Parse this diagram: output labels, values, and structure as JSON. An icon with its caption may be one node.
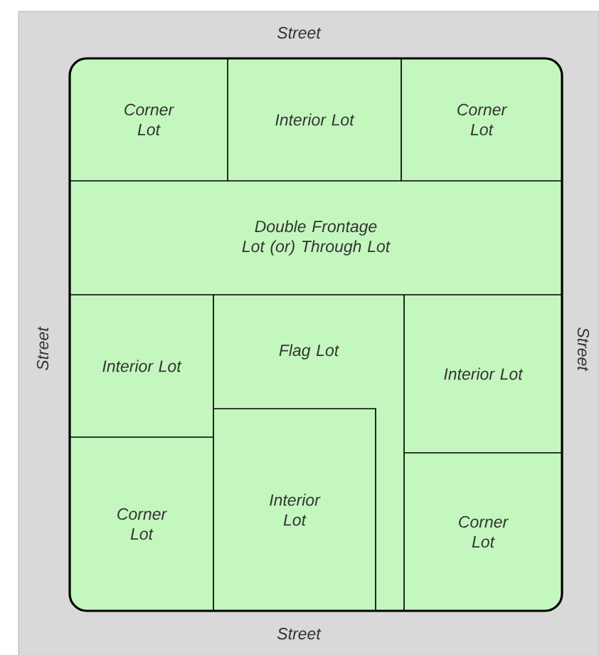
{
  "diagram": {
    "nodes": [
      {
        "text": [],
        "shape": "box"
      },
      {
        "text": [
          "Corner Lot"
        ],
        "in": 0
      },
      {
        "text": [
          "Interior Lot"
        ],
        "in": 0
      },
      {
        "text": [
          "Corner Lot"
        ],
        "in": 0
      },
      {
        "text": [
          "Double Frontage Lot (or) Through Lot"
        ],
        "in": 0
      },
      {
        "text": [
          "Interior Lot"
        ],
        "in": 0
      },
      {
        "text": [
          "Flag Lot"
        ],
        "in": 0
      },
      {
        "text": [
          "Interior Lot"
        ],
        "in": 0
      },
      {
        "text": [
          "Corner Lot"
        ],
        "in": 0
      },
      {
        "text": [
          "Interior Lot"
        ],
        "in": 0
      },
      {
        "text": [
          "Corner Lot"
        ],
        "in": 0
      }
    ],
    "labels": [
      "Street",
      "Street",
      "Street",
      "Street"
    ]
  }
}
